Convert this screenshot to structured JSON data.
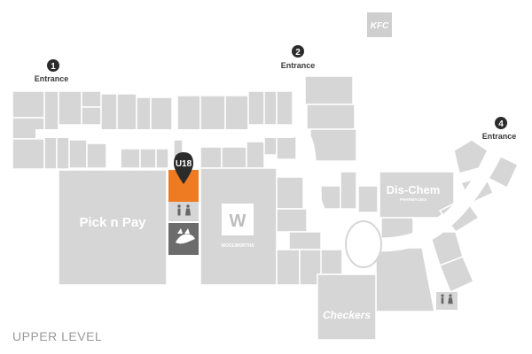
{
  "map": {
    "level_label": "UPPER LEVEL",
    "colors": {
      "unit": "#d6d6d6",
      "walkway": "#ffffff",
      "highlight": "#ee7a22",
      "marker": "#2b2b2b",
      "icon_tile": "#6c6c6c"
    },
    "entrances": [
      {
        "number": "1",
        "label": "Entrance"
      },
      {
        "number": "2",
        "label": "Entrance"
      },
      {
        "number": "4",
        "label": "Entrance"
      }
    ],
    "highlight_store": {
      "code": "U18"
    },
    "anchors": {
      "picknpay": "Pick n Pay",
      "woolworths_logo": "W",
      "woolworths": "WOOLWORTHS",
      "dischem": "Dis-Chem",
      "dischem_sub": "PHARMACIES",
      "checkers": "Checkers",
      "kfc": "KFC"
    },
    "icons": [
      "restroom-icon",
      "restroom-icon",
      "food-court-icon"
    ]
  }
}
